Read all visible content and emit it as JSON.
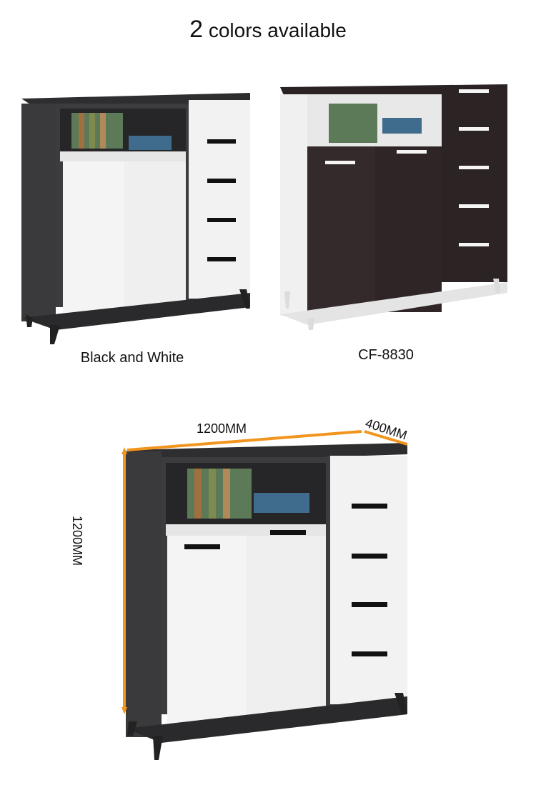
{
  "header": {
    "count": "2",
    "title_rest": " colors available"
  },
  "products": [
    {
      "caption": "Black and White"
    },
    {
      "caption": "CF-8830"
    }
  ],
  "dimensions": {
    "width": "1200MM",
    "depth": "400MM",
    "height": "1200MM"
  },
  "colors": {
    "carcass_black": "#3a3a3c",
    "panel_white": "#f2f2f2",
    "wood_dark": "#2f2526",
    "dimension_line": "#f2951e"
  }
}
